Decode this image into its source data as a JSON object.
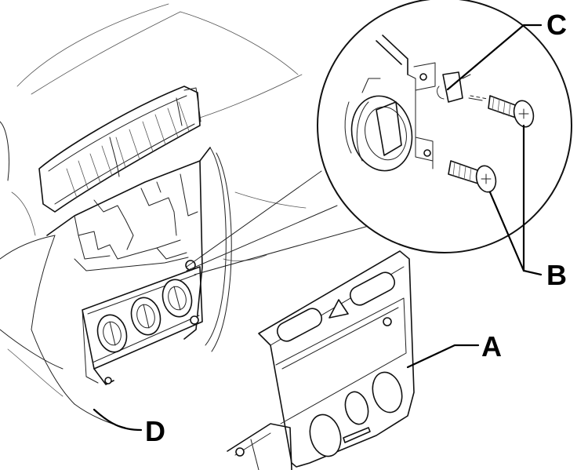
{
  "figure": {
    "callouts": {
      "a": "A",
      "b": "B",
      "c": "C",
      "d": "D"
    },
    "ink_color": "#111111",
    "background_color": "#ffffff"
  }
}
